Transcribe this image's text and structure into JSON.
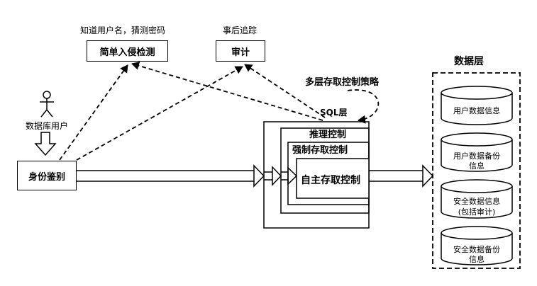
{
  "labels": {
    "top_left_caption": "知道用户名，猜测密码",
    "top_right_caption": "事后追踪",
    "policy_caption": "多层存取控制策略",
    "sql_layer": "SQL层",
    "user_label": "数据库用户",
    "data_layer": "数据层"
  },
  "boxes": {
    "intrusion_detection": "简单入侵检测",
    "audit": "审计",
    "identity_auth": "身份鉴别",
    "inference_control": "推理控制",
    "mandatory_access": "强制存取控制",
    "discretionary_access": "自主存取控制"
  },
  "databases": [
    {
      "line1": "用户数据信息",
      "line2": ""
    },
    {
      "line1": "用户数据备份",
      "line2": "信息"
    },
    {
      "line1": "安全数据信息",
      "line2": "(包括审计)"
    },
    {
      "line1": "安全数据备份",
      "line2": "信息"
    }
  ]
}
